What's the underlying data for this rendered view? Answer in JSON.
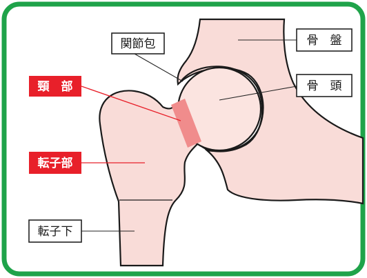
{
  "colors": {
    "frame": "#1fa34a",
    "bone": "#f9dcd8",
    "outline": "#1a1a1a",
    "neck_highlight": "#f08c8c",
    "label_red": "#e8202a"
  },
  "labels": {
    "capsule": "関節包",
    "pelvis": "骨　盤",
    "head": "骨　頭",
    "neck": "頸　部",
    "trochanter": "転子部",
    "subtrochanter": "転子下"
  }
}
